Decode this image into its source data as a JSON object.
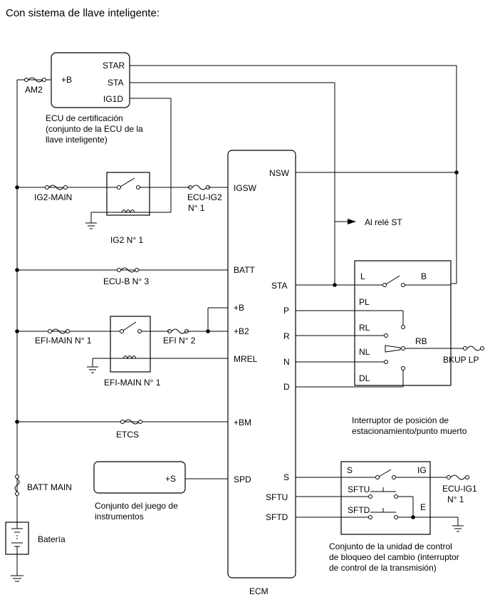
{
  "title": "Con sistema de llave inteligente:",
  "cert_ecu": {
    "name_lines": [
      "ECU de certificación",
      "(conjunto de la ECU de la",
      "llave inteligente)"
    ],
    "pins": {
      "b": "+B",
      "star": "STAR",
      "sta": "STA",
      "ig1d": "IG1D"
    }
  },
  "fuses": {
    "am2": "AM2",
    "ig2_main": "IG2-MAIN",
    "ecu_ig2": [
      "ECU-IG2",
      "N° 1"
    ],
    "ecu_b3": "ECU-B N° 3",
    "efi_main1": "EFI-MAIN N° 1",
    "efi2": "EFI N° 2",
    "etcs": "ETCS",
    "batt_main": "BATT MAIN",
    "bkup_lp": "BKUP LP",
    "ecu_ig1": [
      "ECU-IG1",
      "N° 1"
    ]
  },
  "relays": {
    "ig2": "IG2 N° 1",
    "efi_main": "EFI-MAIN N° 1"
  },
  "ecm": {
    "name": "ECM",
    "left_pins": {
      "igsw": "IGSW",
      "batt": "BATT",
      "b": "+B",
      "b2": "+B2",
      "mrel": "MREL",
      "bm": "+BM",
      "spd": "SPD"
    },
    "right_pins": {
      "nsw": "NSW",
      "sta": "STA",
      "p": "P",
      "r": "R",
      "n": "N",
      "d": "D",
      "s": "S",
      "sftu": "SFTU",
      "sftd": "SFTD"
    }
  },
  "st_relay": "Al relé ST",
  "pnp_switch": {
    "name_lines": [
      "Interruptor de posición de",
      "estacionamiento/punto muerto"
    ],
    "pins": {
      "l": "L",
      "b": "B",
      "pl": "PL",
      "rl": "RL",
      "rb": "RB",
      "nl": "NL",
      "dl": "DL"
    }
  },
  "meter": {
    "pin": "+S",
    "name_lines": [
      "Conjunto del juego de",
      "instrumentos"
    ]
  },
  "shift_lock": {
    "name_lines": [
      "Conjunto de la unidad de control",
      "de bloqueo del cambio (interruptor",
      "de control de la transmisión)"
    ],
    "pins": {
      "s": "S",
      "ig": "IG",
      "sftu": "SFTU",
      "sftd": "SFTD",
      "e": "E"
    }
  },
  "battery": "Batería"
}
